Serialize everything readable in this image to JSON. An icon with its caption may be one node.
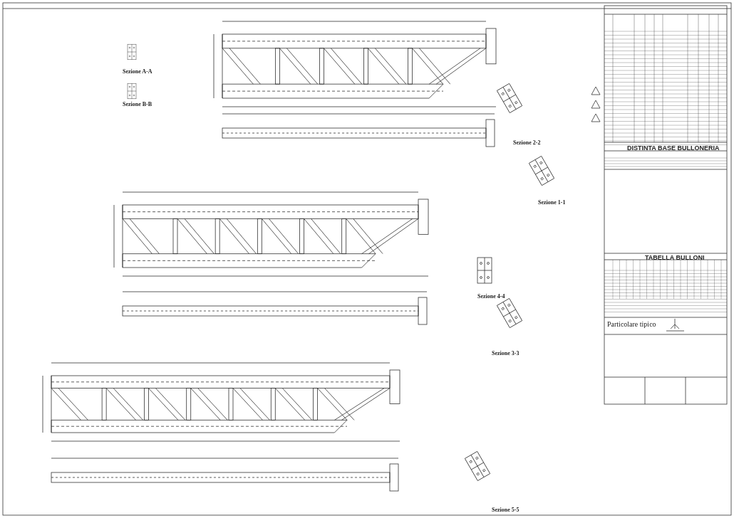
{
  "diagram": {
    "labels": [
      "Sezione A-A",
      "Sezione B-B",
      "Sezione 2-2",
      "DISTINTA BASE BULLONERIA",
      "Sezione 1-1",
      "TABELLA BULLONI",
      "Sezione 4-4",
      "Particolare tipico",
      "Sezione 3-3",
      "Sezione 5-5"
    ]
  }
}
